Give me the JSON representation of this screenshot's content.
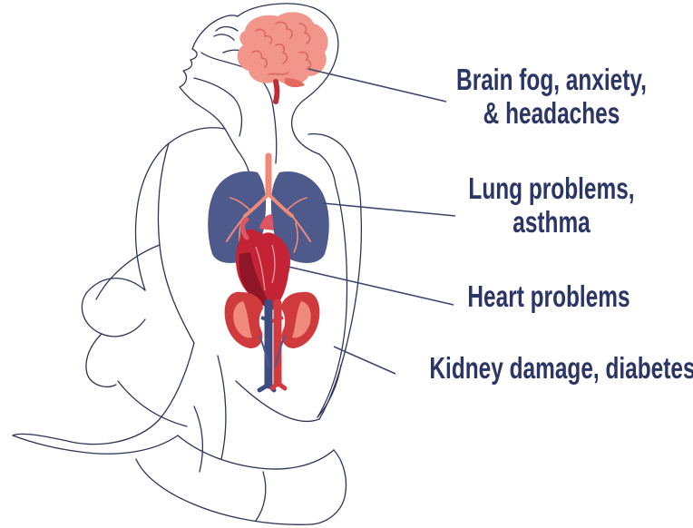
{
  "colors": {
    "label_text": "#2b3566",
    "leader_line": "#3b466f",
    "outline": "#2d3458",
    "brain": "#f2958a",
    "brain_fold": "#d9685e",
    "lung": "#4f5a8c",
    "lung_airways": "#ef8a78",
    "heart": "#c42335",
    "heart_dark": "#8e1626",
    "kidney": "#cf3a3c",
    "kidney_light": "#f08a7c",
    "aorta": "#d23a3f",
    "vena_cava": "#3f4c82"
  },
  "callouts": [
    {
      "organ": "brain",
      "lines": [
        "Brain fog, anxiety,",
        "& headaches"
      ]
    },
    {
      "organ": "lungs",
      "lines": [
        "Lung problems,",
        "asthma"
      ]
    },
    {
      "organ": "heart",
      "lines": [
        "Heart problems"
      ]
    },
    {
      "organ": "kidneys",
      "lines": [
        "Kidney damage, diabetes"
      ]
    }
  ]
}
